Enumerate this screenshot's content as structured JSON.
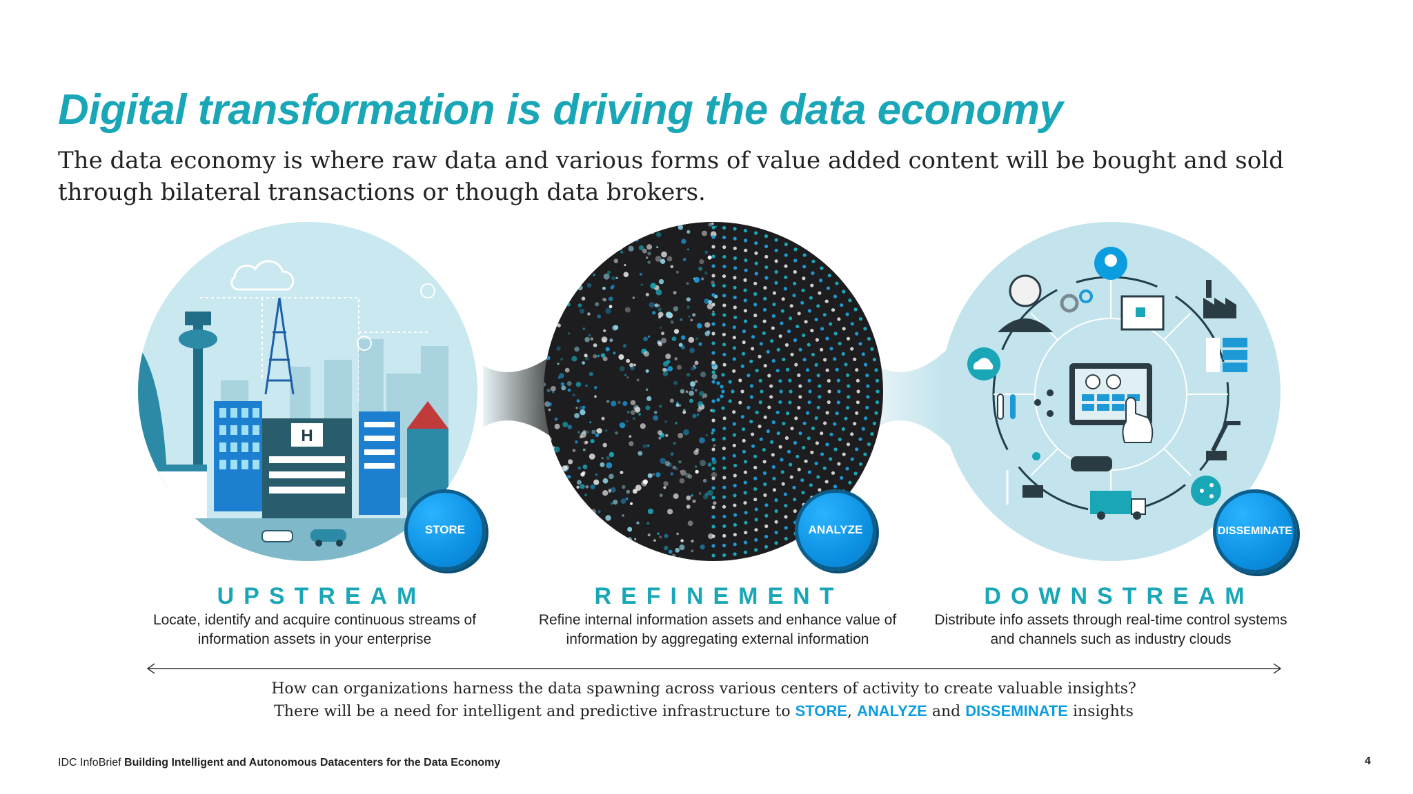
{
  "title": "Digital transformation is driving the data economy",
  "subtitle": "The data economy is where raw data and various forms of value added content will be bought and sold through bilateral transactions or though data brokers.",
  "stages": [
    {
      "badge": "STORE",
      "title": "UPSTREAM",
      "desc_line1": "Locate, identify and acquire continuous streams of",
      "desc_line2": "information assets in your enterprise"
    },
    {
      "badge": "ANALYZE",
      "title": "REFINEMENT",
      "desc_line1": "Refine internal information assets and enhance value of",
      "desc_line2": "information by aggregating external information"
    },
    {
      "badge": "DISSEMINATE",
      "title": "DOWNSTREAM",
      "desc_line1": "Distribute info assets through real-time control systems",
      "desc_line2": "and channels such as industry clouds"
    }
  ],
  "building_sign": "H",
  "question": {
    "line1": "How can organizations harness the data spawning across various centers of activity to create valuable insights?",
    "line2_prefix": "There will be a need for intelligent and predictive infrastructure to",
    "store": "STORE",
    "comma": ",",
    "analyze": "ANALYZE",
    "and": "and",
    "disseminate": "DISSEMINATE",
    "suffix": "insights"
  },
  "footer": {
    "brand": "IDC InfoBrief",
    "doc_title": "Building Intelligent and Autonomous Datacenters for the Data Economy"
  },
  "page_number": "4",
  "colors": {
    "accent": "#19a7b7",
    "badge_blue": "#0b9de0",
    "circle_bg": "#bfe3ec",
    "dark_circle": "#1d1d1f"
  }
}
